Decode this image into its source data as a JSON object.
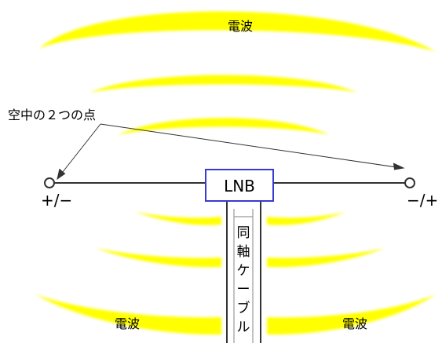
{
  "labels": {
    "wave_top": "電波",
    "two_points": "空中の２つの点",
    "terminal_left": "+/−",
    "terminal_right": "−/+",
    "lnb": "LNB",
    "coax": [
      "同",
      "軸",
      "ケ",
      "ー",
      "ブ",
      "ル"
    ],
    "wave_bottom_left": "電波",
    "wave_bottom_right": "電波"
  },
  "colors": {
    "wave": "#ffff00",
    "wave_glow": "#fff3a0",
    "line": "#333333",
    "lnb_border": "#3a3ad0",
    "text": "#000000"
  }
}
